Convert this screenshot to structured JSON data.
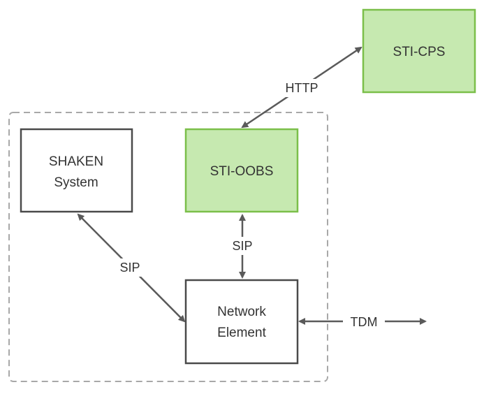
{
  "colors": {
    "green_fill": "#c6e9b0",
    "green_border": "#7bbf4a",
    "white_fill": "#ffffff",
    "dark_border": "#4a4a4a",
    "group_border": "#a8a8a8",
    "arrow": "#5a5a5a",
    "text": "#333333"
  },
  "nodes": {
    "sti_cps": {
      "label": "STI-CPS",
      "style": "green"
    },
    "shaken": {
      "label_line1": "SHAKEN",
      "label_line2": "System",
      "style": "white"
    },
    "sti_oobs": {
      "label": "STI-OOBS",
      "style": "green"
    },
    "network_element": {
      "label_line1": "Network",
      "label_line2": "Element",
      "style": "white"
    }
  },
  "edges": {
    "http": {
      "label": "HTTP",
      "from": "STI-OOBS",
      "to": "STI-CPS",
      "bidirectional": true
    },
    "sip_shaken": {
      "label": "SIP",
      "from": "SHAKEN System",
      "to": "Network Element",
      "bidirectional": true
    },
    "sip_oobs": {
      "label": "SIP",
      "from": "STI-OOBS",
      "to": "Network Element",
      "bidirectional": true
    },
    "tdm": {
      "label": "TDM",
      "from": "Network Element",
      "to": "external",
      "bidirectional": true
    }
  }
}
